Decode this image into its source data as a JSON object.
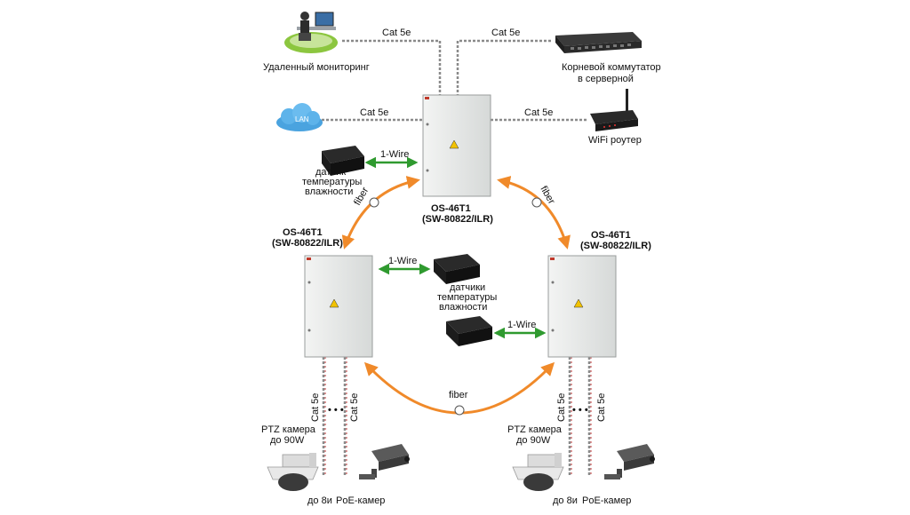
{
  "labels": {
    "remote_monitoring": "Удаленный мониторинг",
    "cat5e": "Cat 5e",
    "root_switch_line1": "Корневой коммутатор",
    "root_switch_line2": "в серверной",
    "lan": "LAN",
    "wifi_router": "WiFi роутер",
    "one_wire": "1-Wire",
    "sensor_line1": "датчик",
    "sensor_line2": "температуры",
    "sensor_line3": "влажности",
    "sensors_line1": "датчики",
    "sensors_line2": "температуры",
    "sensors_line3": "влажности",
    "fiber": "fiber",
    "model_line1": "OS-46T1",
    "model_line2": "(SW-80822/ILR)",
    "ptz_line1": "PTZ камера",
    "ptz_line2": "до 90W",
    "up_to_8": "до 8и",
    "poe_cameras": "PoE-камер",
    "dots": "• • •"
  },
  "colors": {
    "fiber_arrow": "#f08a2a",
    "one_wire_arrow": "#2f9a2f",
    "cabinet": "#e6e8e7",
    "sensor": "#1a1a1a"
  }
}
